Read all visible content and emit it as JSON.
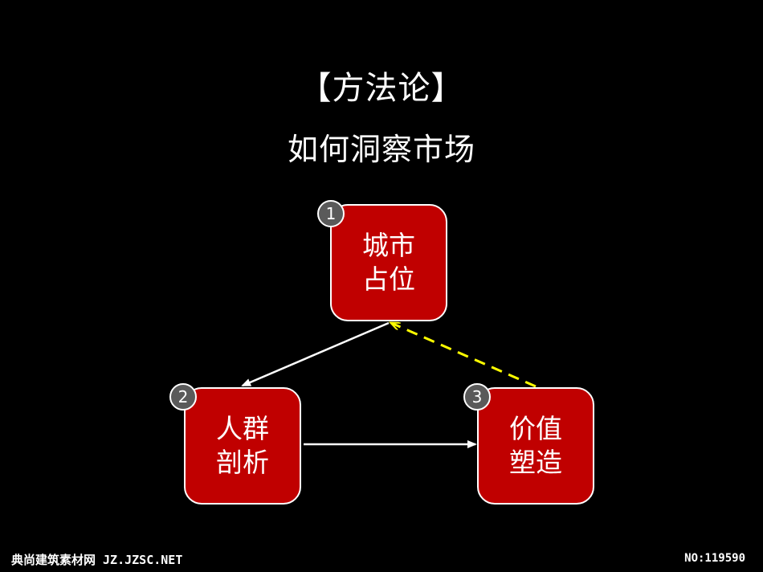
{
  "title": "【方法论】",
  "subtitle": "如何洞察市场",
  "nodes": [
    {
      "number": "1",
      "line1": "城市",
      "line2": "占位"
    },
    {
      "number": "2",
      "line1": "人群",
      "line2": "剖析"
    },
    {
      "number": "3",
      "line1": "价值",
      "line2": "塑造"
    }
  ],
  "colors": {
    "background": "#000000",
    "node_fill": "#c00000",
    "arrow_solid": "#ffffff",
    "arrow_dashed": "#ffff00",
    "badge_fill": "#5a5a5a"
  },
  "footer": {
    "left": "典尚建筑素材网 JZ.JZSC.NET",
    "right": "NO:119590"
  }
}
